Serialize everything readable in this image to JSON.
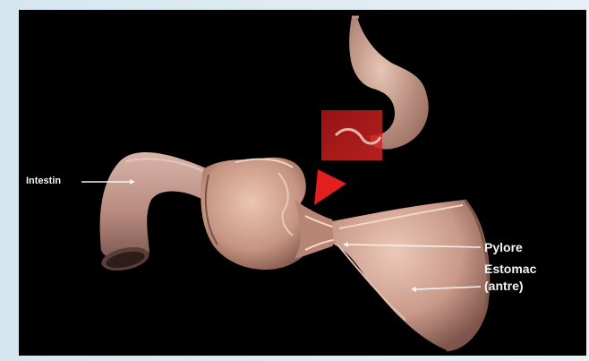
{
  "image": {
    "labels": {
      "intestin": "Intestin",
      "pylore": "Pylore",
      "estomac": "Estomac",
      "antre": "(antre)"
    },
    "colors": {
      "background": "#000000",
      "tissue": "#c99a88",
      "tissue_light": "#e6c3b1",
      "tissue_dark": "#8a5f52",
      "highlight_red": "#c41c1c",
      "outer_margin": "#dfeaf3"
    }
  }
}
